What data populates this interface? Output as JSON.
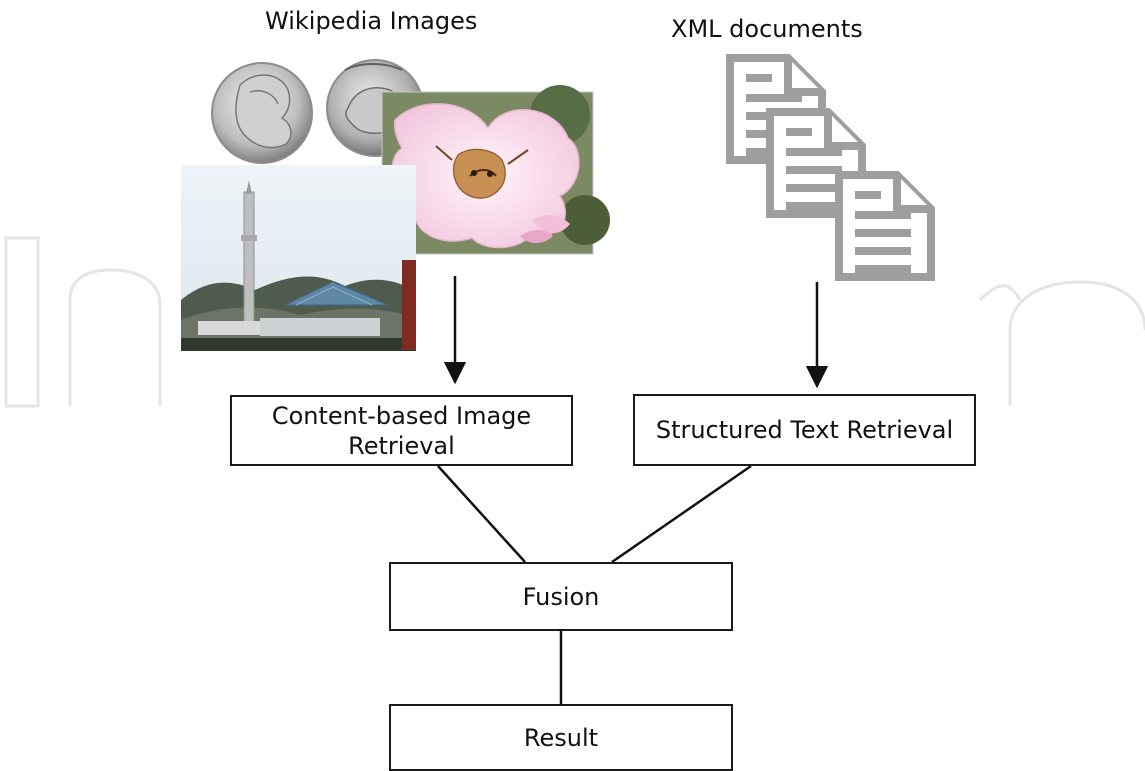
{
  "labels": {
    "wikipedia_images": "Wikipedia Images",
    "xml_documents": "XML documents"
  },
  "boxes": {
    "cbir": "Content-based Image\nRetrieval",
    "structured_text": "Structured Text Retrieval",
    "fusion": "Fusion",
    "result": "Result"
  },
  "watermark": "IntechOpen",
  "colors": {
    "box_border": "#1a1a1a",
    "document_stroke": "#9e9e9e",
    "watermark": "#d9d9d9"
  }
}
